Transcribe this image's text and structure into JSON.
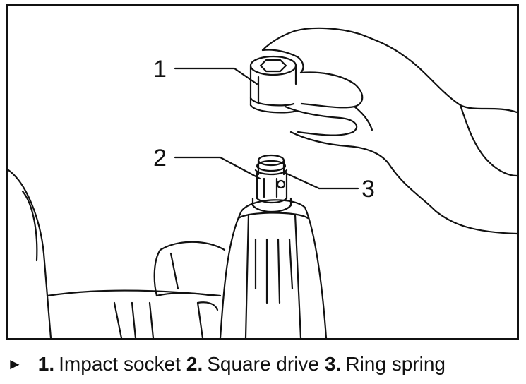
{
  "callouts": [
    {
      "number": "1",
      "label": "Impact socket"
    },
    {
      "number": "2",
      "label": "Square drive"
    },
    {
      "number": "3",
      "label": "Ring spring"
    }
  ],
  "caption": {
    "arrow_glyph": "►",
    "items": [
      {
        "number": "1.",
        "label": "Impact socket"
      },
      {
        "number": "2.",
        "label": "Square drive"
      },
      {
        "number": "3.",
        "label": "Ring spring"
      }
    ]
  },
  "icons": [
    "hand-illustration",
    "impact-socket-illustration",
    "square-drive-illustration",
    "ring-spring-illustration",
    "impact-wrench-illustration"
  ]
}
